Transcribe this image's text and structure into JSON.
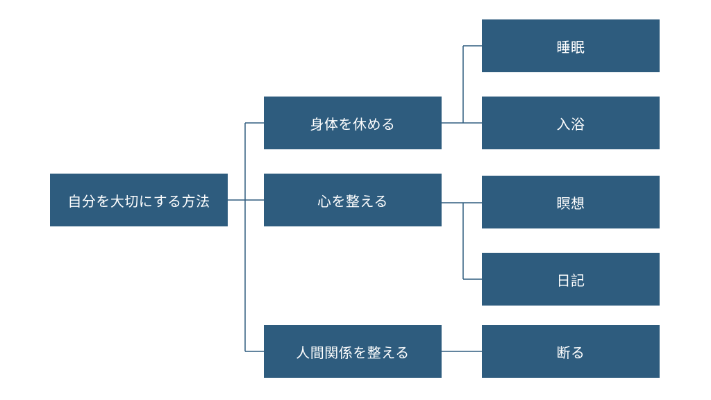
{
  "root": {
    "label": "自分を大切にする方法"
  },
  "branches": [
    {
      "label": "身体を休める",
      "children": [
        {
          "label": "睡眠"
        },
        {
          "label": "入浴"
        }
      ]
    },
    {
      "label": "心を整える",
      "children": [
        {
          "label": "瞑想"
        },
        {
          "label": "日記"
        }
      ]
    },
    {
      "label": "人間関係を整える",
      "children": [
        {
          "label": "断る"
        }
      ]
    }
  ],
  "colors": {
    "node_fill": "#2e5c7e",
    "connector": "#2e5c7e",
    "text": "#ffffff"
  }
}
